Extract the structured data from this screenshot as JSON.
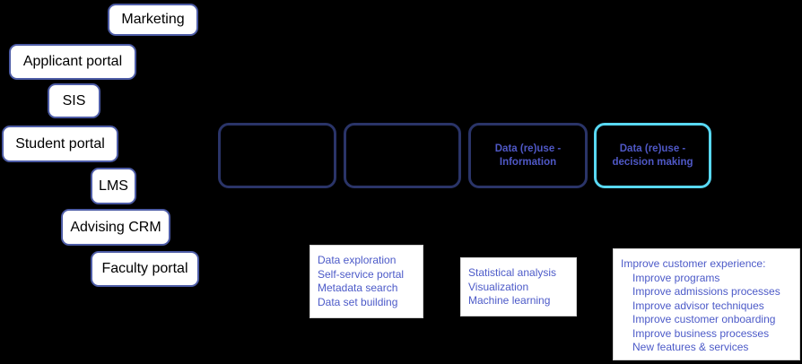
{
  "diagram": {
    "title_hint": "data flow diagram on black background",
    "colors": {
      "background": "#000000",
      "source_box_border": "#4d5ca6",
      "stage_box_border": "#2a3468",
      "highlight_box_border": "#58d8f3",
      "stage_text": "#4f58c6",
      "panel_text": "#4c5ac8",
      "panel_border": "#d2d2d2"
    },
    "sources": [
      {
        "label": "Marketing"
      },
      {
        "label": "Applicant portal"
      },
      {
        "label": "SIS"
      },
      {
        "label": "Student portal"
      },
      {
        "label": "LMS"
      },
      {
        "label": "Advising CRM"
      },
      {
        "label": "Faculty portal"
      }
    ],
    "stages": [
      {
        "line1": "",
        "line2": "",
        "highlight": false
      },
      {
        "line1": "",
        "line2": "",
        "highlight": false
      },
      {
        "line1": "Data (re)use -",
        "line2": "Information",
        "highlight": false
      },
      {
        "line1": "Data (re)use -",
        "line2": "decision making",
        "highlight": true
      }
    ],
    "panels": [
      {
        "lines": [
          "Data exploration",
          "Self-service portal",
          "Metadata search",
          "Data set building"
        ]
      },
      {
        "lines": [
          "Statistical analysis",
          "Visualization",
          "Machine learning"
        ]
      },
      {
        "title": "Improve customer experience:",
        "items": [
          "Improve programs",
          "Improve admissions processes",
          "Improve advisor techniques",
          "Improve customer onboarding",
          "Improve business processes",
          "New features & services"
        ]
      }
    ]
  }
}
